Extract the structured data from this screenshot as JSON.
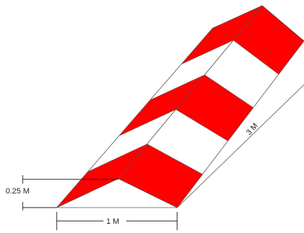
{
  "diagram": {
    "labels": {
      "height": "0.25 M",
      "width": "1 M",
      "length": "3 M"
    },
    "colors": {
      "stripe": "#ff0000",
      "edge": "#555555",
      "dimension": "#222222",
      "background": "#ffffff"
    },
    "stripe_count": 3
  }
}
